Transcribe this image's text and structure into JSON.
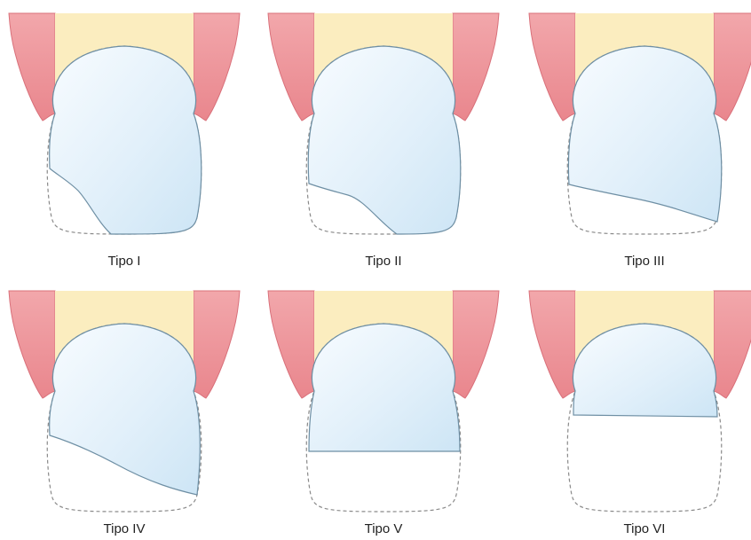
{
  "panels": [
    {
      "label": "Tipo I"
    },
    {
      "label": "Tipo II"
    },
    {
      "label": "Tipo III"
    },
    {
      "label": "Tipo IV"
    },
    {
      "label": "Tipo V"
    },
    {
      "label": "Tipo VI"
    }
  ],
  "colors": {
    "gum": "#ee9a9f",
    "gum_outline": "#d9707a",
    "dentin": "#fbedbf",
    "enamel_light": "#f7fbfe",
    "enamel_dark": "#cfe6f5",
    "enamel_outline": "#6e8fa4",
    "missing_outline": "#8a8a8a"
  }
}
